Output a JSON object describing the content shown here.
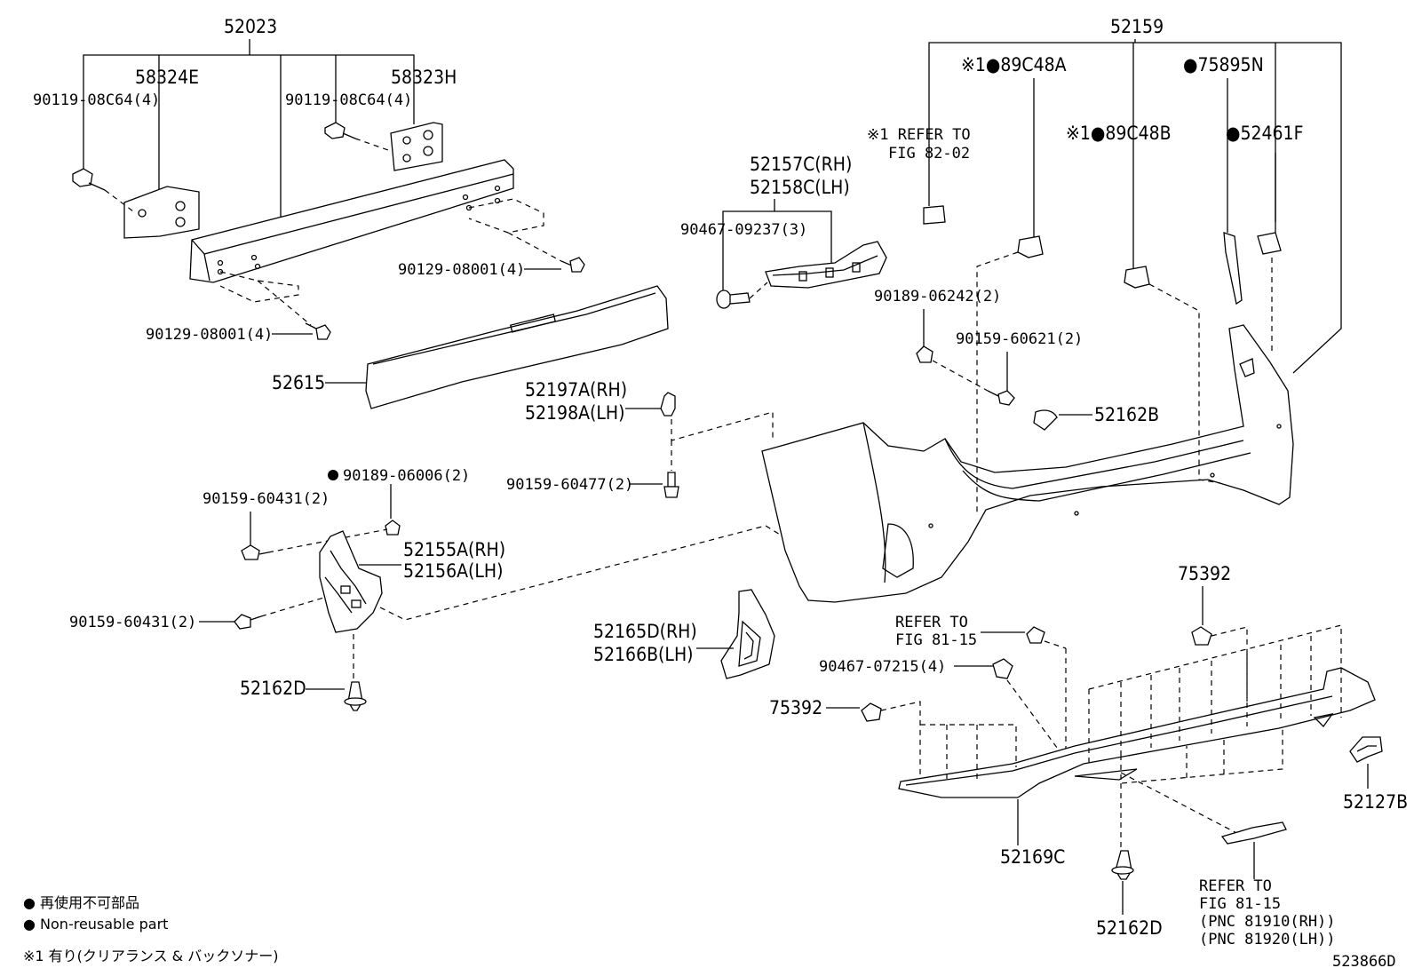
{
  "labels": {
    "p52023": "52023",
    "p58324E": "58324E",
    "p58323H": "58323H",
    "p90119a": "90119-08C64(4)",
    "p90119b": "90119-08C64(4)",
    "p90129a": "90129-08001(4)",
    "p90129b": "90129-08001(4)",
    "p52615": "52615",
    "p52157C": "52157C(RH)",
    "p52158C": "52158C(LH)",
    "p90467a": "90467-09237(3)",
    "p52197A": "52197A(RH)",
    "p52198A": "52198A(LH)",
    "p90159_60477": "90159-60477(2)",
    "p90189_06006": "90189-06006(2)",
    "p90159_60431a": "90159-60431(2)",
    "p52155A": "52155A(RH)",
    "p52156A": "52156A(LH)",
    "p90159_60431b": "90159-60431(2)",
    "p52162D_a": "52162D",
    "p52165D": "52165D(RH)",
    "p52166B": "52166B(LH)",
    "p52159": "52159",
    "p89C48A": "※1●89C48A",
    "p75895N": "●75895N",
    "p_ref1": "※1 REFER TO",
    "p_ref1b": "FIG 82-02",
    "p89C48B": "※1●89C48B",
    "p52461F": "●52461F",
    "p90189_06242": "90189-06242(2)",
    "p90159_60621": "90159-60621(2)",
    "p52162B": "52162B",
    "p75392a": "75392",
    "p_ref2": "REFER TO",
    "p_ref2b": "FIG 81-15",
    "p90467b": "90467-07215(4)",
    "p75392b": "75392",
    "p52169C": "52169C",
    "p52127B": "52127B",
    "p52162D_b": "52162D",
    "p_ref3": "REFER TO",
    "p_ref3b": "FIG 81-15",
    "p_ref3c": "(PNC 81910(RH))",
    "p_ref3d": "(PNC 81920(LH))"
  },
  "legend": {
    "line1": "● 再使用不可部品",
    "line2": "● Non-reusable part",
    "line3": "※1 有り(クリアランス & バックソナー)"
  },
  "diagram_id": "523866D"
}
